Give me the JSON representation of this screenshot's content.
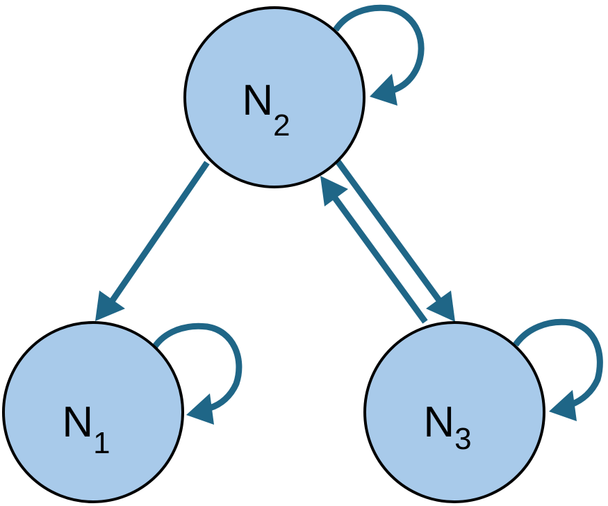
{
  "diagram": {
    "colors": {
      "node_fill": "#a8caea",
      "node_stroke": "#000000",
      "edge": "#1f6687"
    },
    "nodes": [
      {
        "id": "n2",
        "main": "N",
        "sub": "2"
      },
      {
        "id": "n1",
        "main": "N",
        "sub": "1"
      },
      {
        "id": "n3",
        "main": "N",
        "sub": "3"
      }
    ],
    "edges": [
      {
        "from": "n2",
        "to": "n2"
      },
      {
        "from": "n1",
        "to": "n1"
      },
      {
        "from": "n3",
        "to": "n3"
      },
      {
        "from": "n2",
        "to": "n1"
      },
      {
        "from": "n2",
        "to": "n3"
      },
      {
        "from": "n3",
        "to": "n2"
      }
    ]
  }
}
